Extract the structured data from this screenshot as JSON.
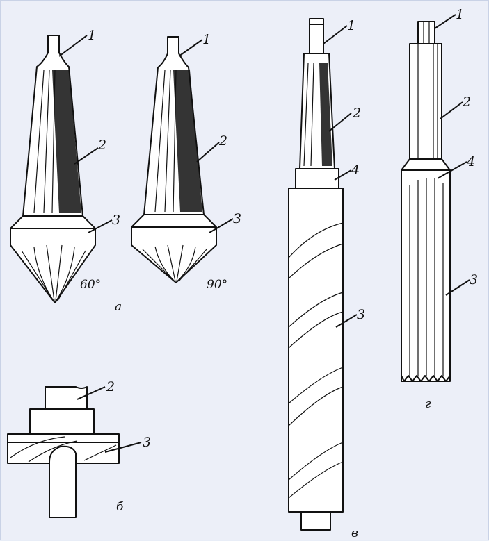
{
  "figure": {
    "tools": [
      {
        "id": "a1",
        "caption": "",
        "angle": "60°",
        "labels": [
          "1",
          "2",
          "3"
        ]
      },
      {
        "id": "a2",
        "caption": "а",
        "angle": "90°",
        "labels": [
          "1",
          "2",
          "3"
        ]
      },
      {
        "id": "b",
        "caption": "б",
        "labels": [
          "2",
          "3"
        ]
      },
      {
        "id": "v",
        "caption": "в",
        "labels": [
          "1",
          "2",
          "4",
          "3"
        ]
      },
      {
        "id": "g",
        "caption": "г",
        "labels": [
          "1",
          "2",
          "4",
          "3"
        ]
      }
    ]
  },
  "colors": {
    "background": "#eceff8",
    "line": "#111111"
  }
}
